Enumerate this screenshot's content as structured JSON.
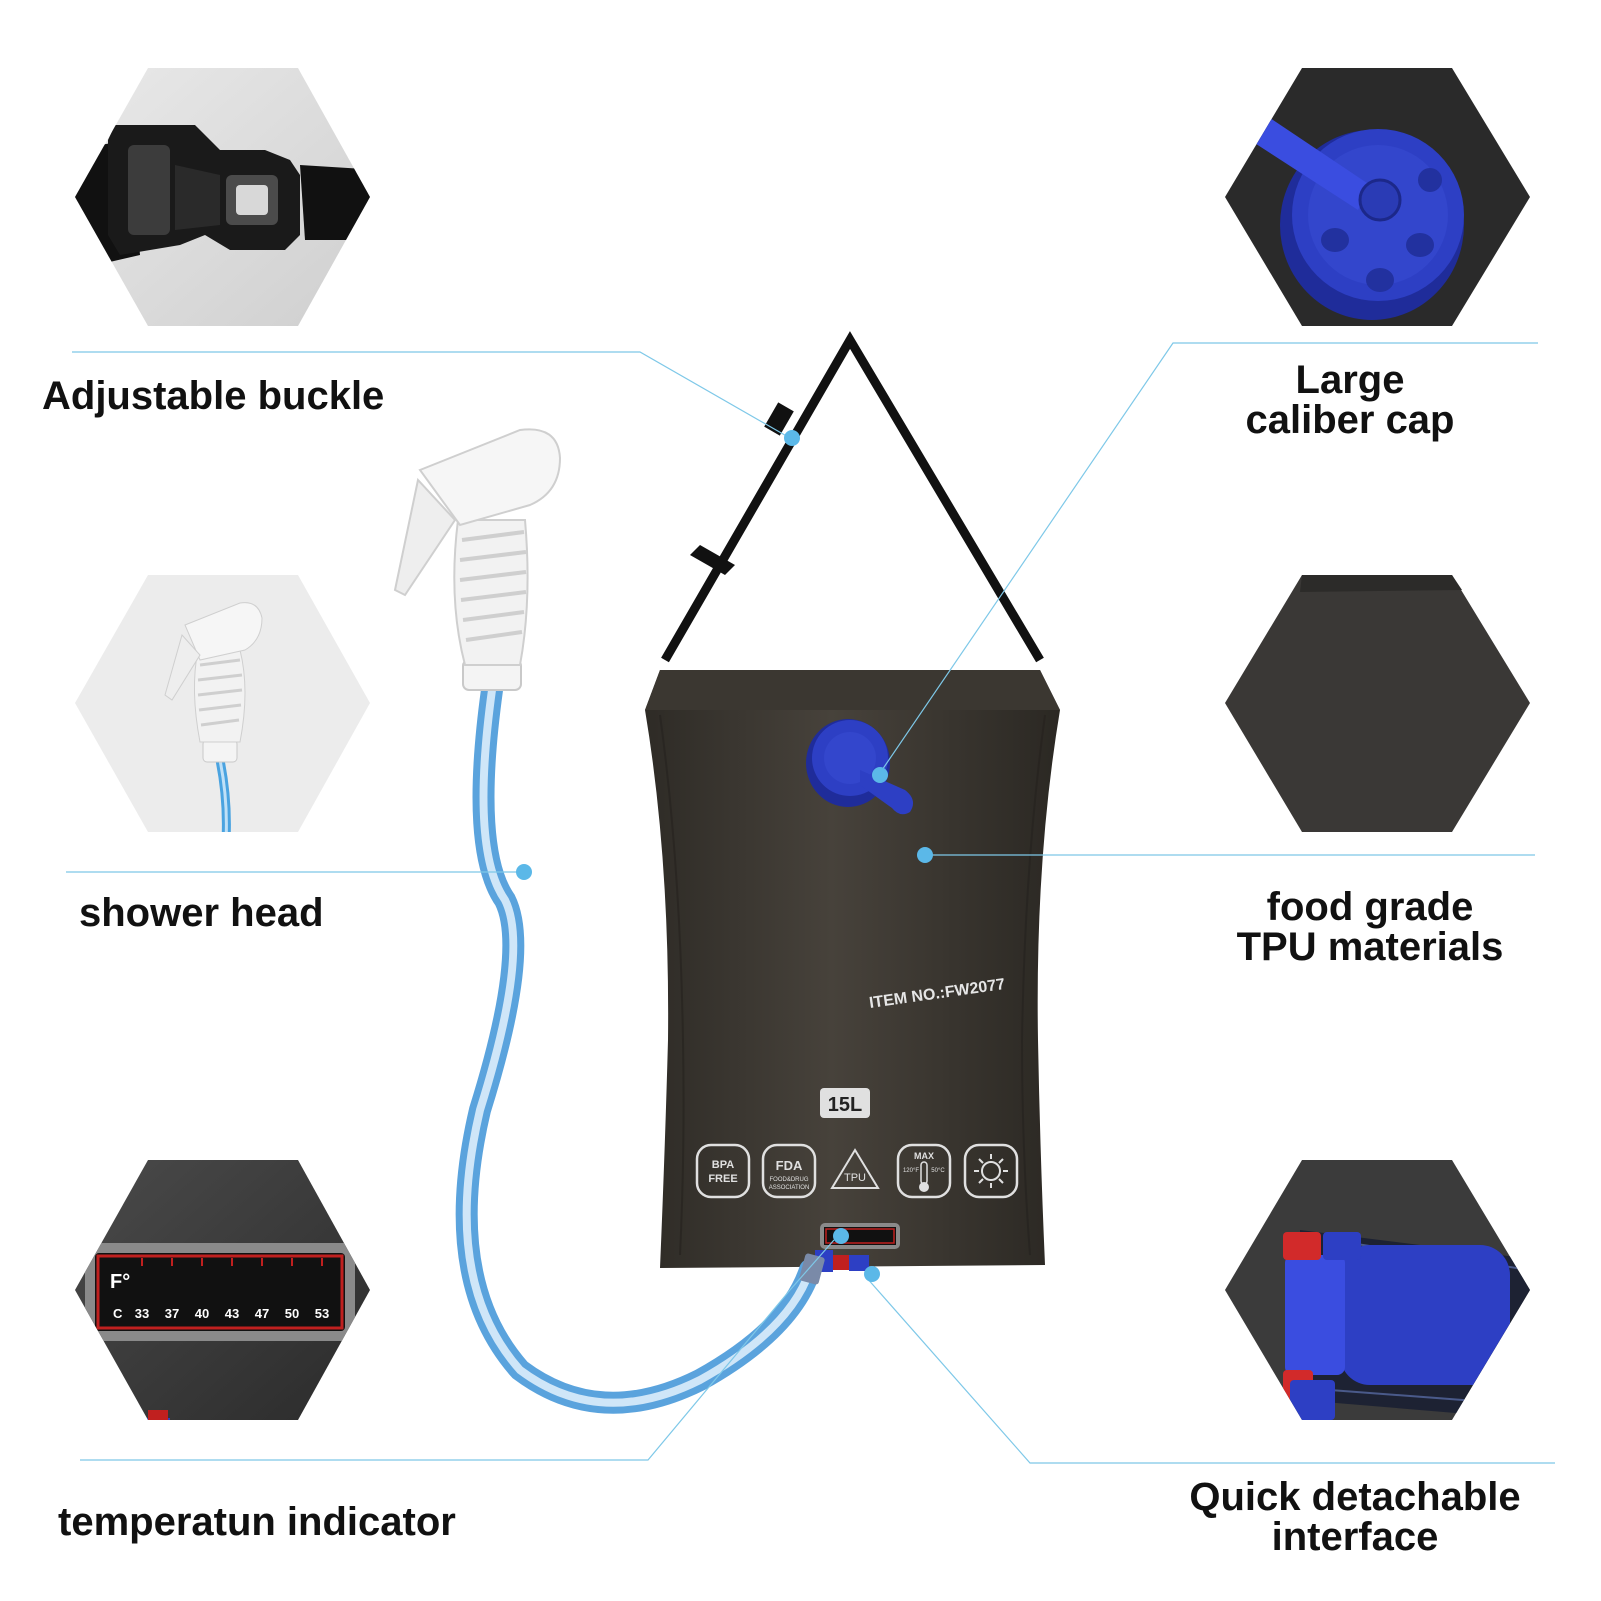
{
  "features": {
    "buckle": {
      "label": "Adjustable buckle",
      "icon": "buckle-icon"
    },
    "shower_head": {
      "label": "shower head",
      "icon": "shower-head-icon"
    },
    "temperature": {
      "label": "temperatun indicator",
      "icon": "thermometer-strip-icon"
    },
    "cap": {
      "label_line1": "Large",
      "label_line2": "caliber cap",
      "icon": "cap-icon"
    },
    "material": {
      "label_line1": "food grade",
      "label_line2": "TPU materials",
      "icon": "material-swatch-icon"
    },
    "interface": {
      "label_line1": "Quick detachable",
      "label_line2": "interface",
      "icon": "connector-icon"
    }
  },
  "bag": {
    "item_no": "ITEM NO.:FW2077",
    "capacity": "15L",
    "badges": {
      "bpa_line1": "BPA",
      "bpa_line2": "FREE",
      "fda": "FDA",
      "fda_sub1": "FOOD&DRUG",
      "fda_sub2": "ASSOCIATION",
      "tpu": "TPU",
      "max": "MAX",
      "max_f": "120°F",
      "max_c": "50°C"
    }
  },
  "thermo_strip": {
    "unit_f": "F°",
    "unit_c": "C",
    "values": [
      "33",
      "37",
      "40",
      "43",
      "47",
      "50",
      "53"
    ]
  },
  "colors": {
    "bag": "#3a3630",
    "cap_blue": "#2d3fc4",
    "hose_blue": "#9cc8ee",
    "callout_line": "#7ec8e8",
    "callout_dot": "#5bb8e8",
    "thermo_red": "#c0201f"
  }
}
